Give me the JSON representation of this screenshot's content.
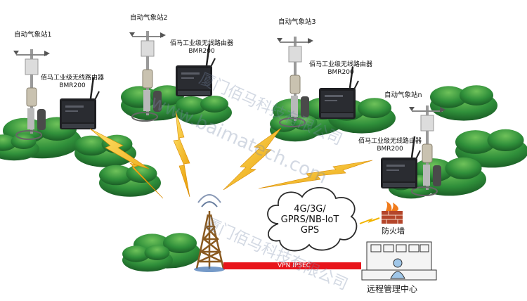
{
  "stations": [
    {
      "name": "自动气象站1",
      "router_line1": "佰马工业级无线路由器",
      "router_line2": "BMR200"
    },
    {
      "name": "自动气象站2",
      "router_line1": "佰马工业级无线路由器",
      "router_line2": "BMR200"
    },
    {
      "name": "自动气象站3",
      "router_line1": "佰马工业级无线路由器",
      "router_line2": "BMR200"
    },
    {
      "name": "自动气象站n",
      "router_line1": "佰马工业级无线路由器",
      "router_line2": "BMR200"
    }
  ],
  "network": [
    "4G/3G/",
    "GPRS/NB-IoT",
    "GPS"
  ],
  "link_label": "VPN   IPSEC",
  "firewall_label": "防火墙",
  "center_label": "远程管理中心",
  "watermarks": [
    "厦门佰马科技有限公司",
    "www.baimatech.com",
    "厦门佰马科技有限公司"
  ],
  "colors": {
    "hill": "#2f8f3a",
    "lightning": "#f2b400",
    "link": "#e8141b"
  }
}
